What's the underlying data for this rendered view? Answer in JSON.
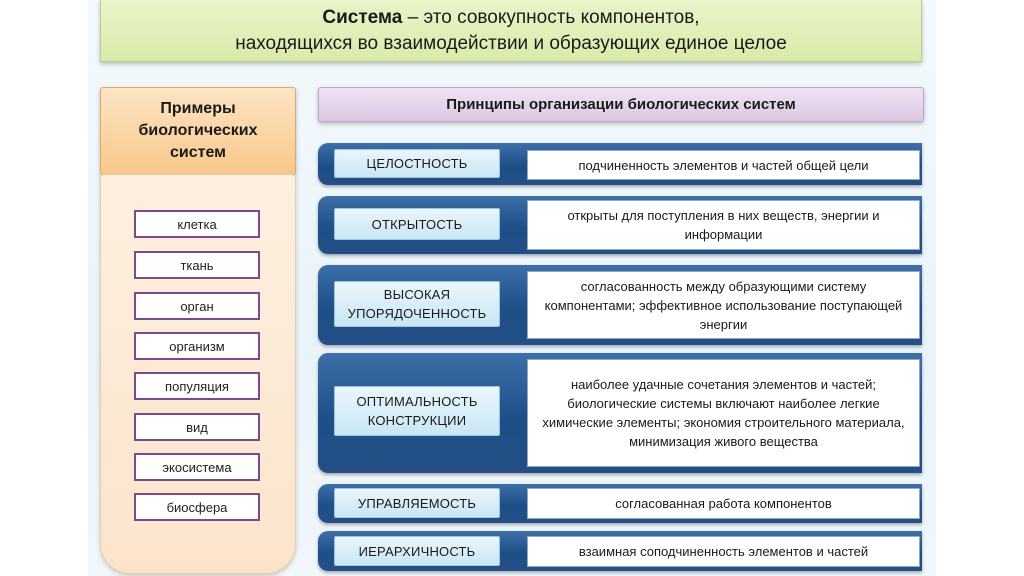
{
  "title": {
    "bold": "Система",
    "line1_rest": " – это совокупность компонентов,",
    "line2": "находящихся во взаимодействии и образующих единое целое"
  },
  "examples": {
    "heading": "Примеры биологических систем",
    "items": [
      "клетка",
      "ткань",
      "орган",
      "организм",
      "популяция",
      "вид",
      "экосистема",
      "биосфера"
    ]
  },
  "principles": {
    "heading": "Принципы организации биологических систем",
    "rows": [
      {
        "name": "ЦЕЛОСТНОСТЬ",
        "desc": "подчиненность элементов и частей общей цели"
      },
      {
        "name": "ОТКРЫТОСТЬ",
        "desc": "открыты для поступления в них веществ, энергии и информации"
      },
      {
        "name": "ВЫСОКАЯ УПОРЯДОЧЕННОСТЬ",
        "desc": "согласованность между образующими систему компонентами; эффективное использование поступающей энергии"
      },
      {
        "name": "ОПТИМАЛЬНОСТЬ КОНСТРУКЦИИ",
        "desc": "наиболее удачные сочетания элементов и частей; биологические системы включают наиболее легкие химические элементы; экономия строительного материала, минимизация живого вещества"
      },
      {
        "name": "УПРАВЛЯЕМОСТЬ",
        "desc": "согласованная работа компонентов"
      },
      {
        "name": "ИЕРАРХИЧНОСТЬ",
        "desc": "взаимная соподчиненность элементов и частей"
      }
    ]
  }
}
